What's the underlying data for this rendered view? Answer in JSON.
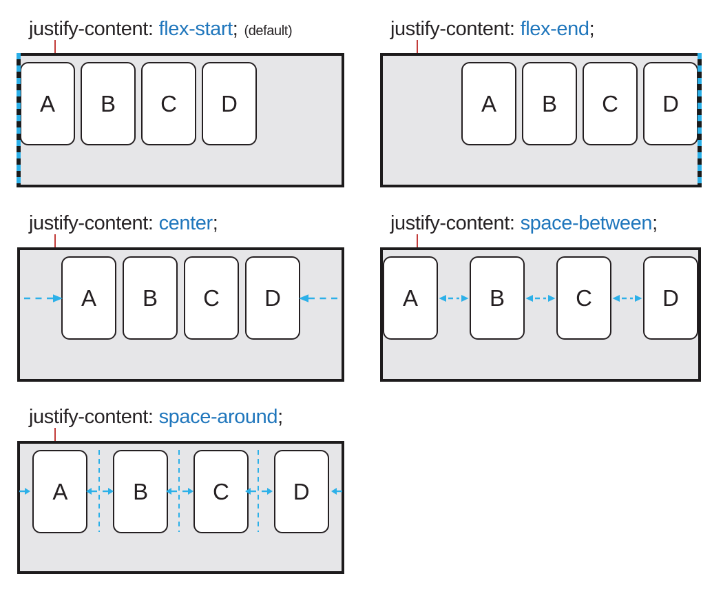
{
  "diagram": {
    "topic": "CSS justify-content values",
    "colors": {
      "keyword_blue": "#1f76bc",
      "arrow_blue": "#2cb0e8",
      "container_gray": "#e6e6e8",
      "border_dark": "#1d1b1c",
      "tick_red": "#c23b39",
      "text_dark": "#262224"
    }
  },
  "panels": [
    {
      "id": "flex-start",
      "property": "justify-content:",
      "value": "flex-start",
      "semicolon": ";",
      "note": "(default)",
      "items": [
        "A",
        "B",
        "C",
        "D"
      ]
    },
    {
      "id": "flex-end",
      "property": "justify-content:",
      "value": "flex-end",
      "semicolon": ";",
      "items": [
        "A",
        "B",
        "C",
        "D"
      ]
    },
    {
      "id": "center",
      "property": "justify-content:",
      "value": "center",
      "semicolon": ";",
      "items": [
        "A",
        "B",
        "C",
        "D"
      ]
    },
    {
      "id": "space-between",
      "property": "justify-content:",
      "value": "space-between",
      "semicolon": ";",
      "items": [
        "A",
        "B",
        "C",
        "D"
      ]
    },
    {
      "id": "space-around",
      "property": "justify-content:",
      "value": "space-around",
      "semicolon": ";",
      "items": [
        "A",
        "B",
        "C",
        "D"
      ]
    }
  ]
}
